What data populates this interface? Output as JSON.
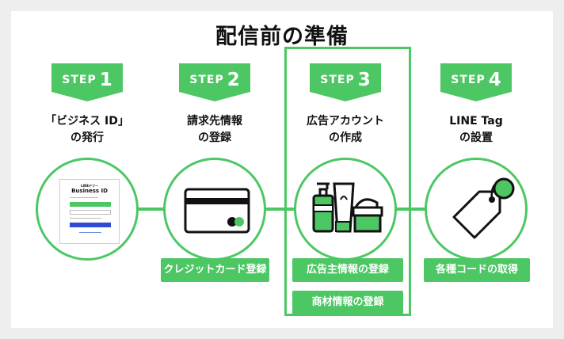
{
  "title": "配信前の準備",
  "step_word": "STEP",
  "colors": {
    "accent": "#4cc764",
    "text": "#111111",
    "mock_blue": "#2e4bd6"
  },
  "steps": [
    {
      "number": "1",
      "label_lines": [
        "「ビジネス ID」",
        "の発行"
      ],
      "tags": [],
      "mock": {
        "logo": "LINEヤフー",
        "name": "Business ID"
      }
    },
    {
      "number": "2",
      "label_lines": [
        "請求先情報",
        "の登録"
      ],
      "tags": [
        "クレジットカード登録"
      ]
    },
    {
      "number": "3",
      "label_lines": [
        "広告アカウント",
        "の作成"
      ],
      "tags": [
        "広告主情報の登録",
        "商材情報の登録"
      ]
    },
    {
      "number": "4",
      "label_lines": [
        "LINE Tag",
        "の設置"
      ],
      "tags": [
        "各種コードの取得"
      ]
    }
  ],
  "icons": [
    "business-id-login-screen",
    "credit-card-icon",
    "cosmetics-products-icon",
    "price-tag-icon"
  ]
}
